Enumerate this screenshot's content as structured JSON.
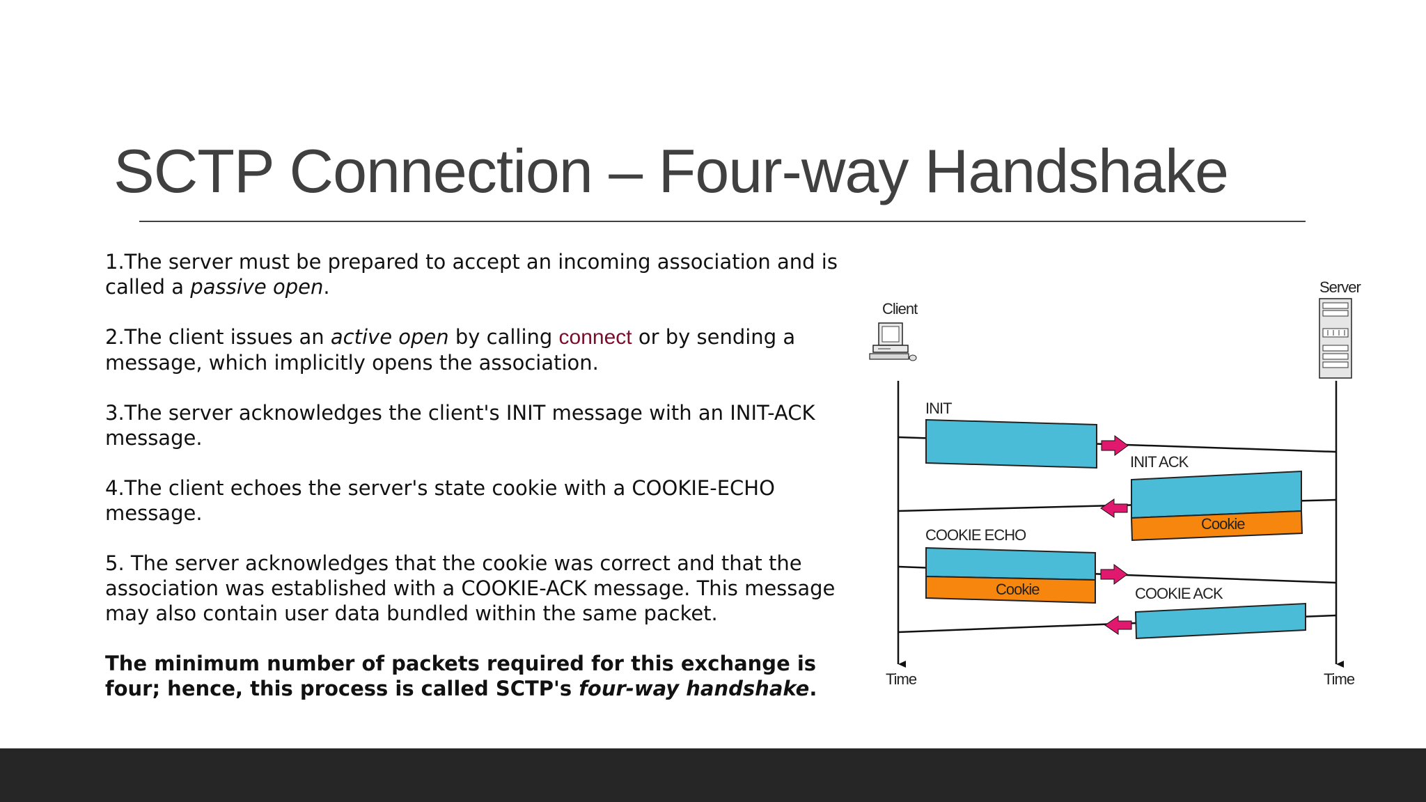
{
  "slide": {
    "title": "SCTP Connection – Four-way Handshake",
    "points": [
      {
        "pre": "1.The server must be prepared to accept an incoming association and is called a ",
        "em": "passive open",
        "post": "."
      },
      {
        "pre": "2.The client issues an ",
        "em": "active open",
        "mid": " by calling ",
        "code": "connect",
        "post": " or by sending a message, which implicitly opens the association."
      },
      {
        "text": "3.The server acknowledges the client's INIT message with an INIT-ACK message."
      },
      {
        "text": "4.The client echoes the server's state cookie with a COOKIE-ECHO message."
      },
      {
        "text": "5. The server acknowledges that the cookie was correct and that the association was established with a COOKIE-ACK message. This message may also contain user data bundled within the same packet."
      }
    ],
    "conclusion": {
      "pre": "The minimum number of packets required for this exchange is four; hence, this process is called SCTP's ",
      "em": "four-way handshake",
      "post": "."
    }
  },
  "diagram": {
    "client_label": "Client",
    "server_label": "Server",
    "time_label_client": "Time",
    "time_label_server": "Time",
    "messages": [
      {
        "label": "INIT",
        "direction": "client-to-server"
      },
      {
        "label": "INIT ACK",
        "direction": "server-to-client",
        "cookie": "Cookie"
      },
      {
        "label": "COOKIE ECHO",
        "direction": "client-to-server",
        "cookie": "Cookie"
      },
      {
        "label": "COOKIE ACK",
        "direction": "server-to-client"
      }
    ],
    "colors": {
      "packet": "#4bbcd8",
      "cookie": "#f7860e",
      "arrow": "#e0196e",
      "line": "#111111"
    }
  }
}
